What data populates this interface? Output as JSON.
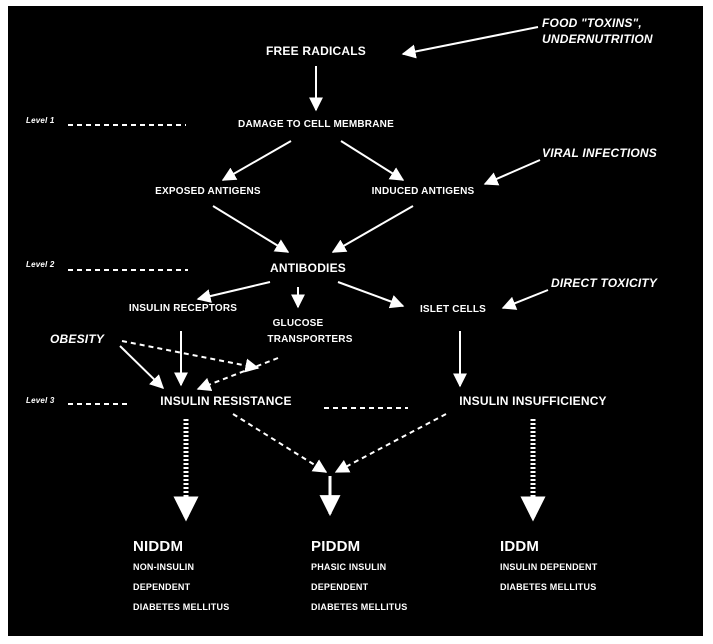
{
  "nodes": {
    "free_radicals": "FREE RADICALS",
    "food_toxins_1": "FOOD \"TOXINS\",",
    "food_toxins_2": "UNDERNUTRITION",
    "damage": "DAMAGE TO CELL MEMBRANE",
    "viral": "VIRAL INFECTIONS",
    "exposed": "EXPOSED ANTIGENS",
    "induced": "INDUCED ANTIGENS",
    "antibodies": "ANTIBODIES",
    "insulin_receptors": "INSULIN RECEPTORS",
    "glucose_1": "GLUCOSE",
    "glucose_2": "TRANSPORTERS",
    "islet": "ISLET CELLS",
    "direct_toxicity": "DIRECT TOXICITY",
    "obesity": "OBESITY",
    "resistance": "INSULIN RESISTANCE",
    "insufficiency": "INSULIN INSUFFICIENCY"
  },
  "levels": [
    "Level 1",
    "Level 2",
    "Level 3"
  ],
  "outcomes": [
    {
      "name": "NIDDM",
      "lines": [
        "NON-INSULIN",
        "DEPENDENT",
        "DIABETES MELLITUS"
      ]
    },
    {
      "name": "PIDDM",
      "lines": [
        "PHASIC INSULIN",
        "DEPENDENT",
        "DIABETES MELLITUS"
      ]
    },
    {
      "name": "IDDM",
      "lines": [
        "INSULIN DEPENDENT",
        "DIABETES MELLITUS"
      ]
    }
  ]
}
